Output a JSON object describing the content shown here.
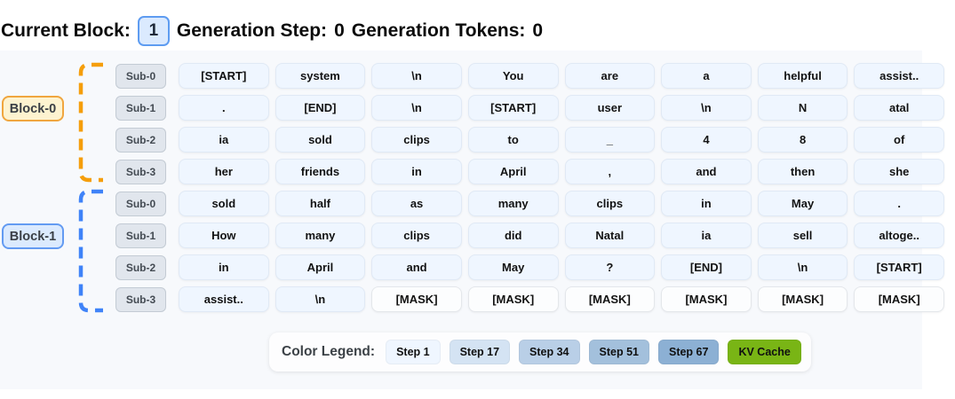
{
  "header": {
    "current_block_label": "Current Block:",
    "current_block_value": "1",
    "generation_step_label": "Generation Step:",
    "generation_step_value": "0",
    "generation_tokens_label": "Generation Tokens:",
    "generation_tokens_value": "0"
  },
  "blocks": [
    {
      "label": "Block-0",
      "bracket_color": "#f59e0b",
      "rows": [
        {
          "sub": "Sub-0",
          "tokens": [
            "[START]",
            "system",
            "\\n",
            "You",
            "are",
            "a",
            "helpful",
            "assist.."
          ]
        },
        {
          "sub": "Sub-1",
          "tokens": [
            ".",
            "[END]",
            "\\n",
            "[START]",
            "user",
            "\\n",
            "N",
            "atal"
          ]
        },
        {
          "sub": "Sub-2",
          "tokens": [
            "ia",
            "sold",
            "clips",
            "to",
            "_",
            "4",
            "8",
            "of"
          ]
        },
        {
          "sub": "Sub-3",
          "tokens": [
            "her",
            "friends",
            "in",
            "April",
            ",",
            "and",
            "then",
            "she"
          ]
        }
      ]
    },
    {
      "label": "Block-1",
      "bracket_color": "#3f83f8",
      "rows": [
        {
          "sub": "Sub-0",
          "tokens": [
            "sold",
            "half",
            "as",
            "many",
            "clips",
            "in",
            "May",
            "."
          ]
        },
        {
          "sub": "Sub-1",
          "tokens": [
            "How",
            "many",
            "clips",
            "did",
            "Natal",
            "ia",
            "sell",
            "altoge.."
          ]
        },
        {
          "sub": "Sub-2",
          "tokens": [
            "in",
            "April",
            "and",
            "May",
            "?",
            "[END]",
            "\\n",
            "[START]"
          ]
        },
        {
          "sub": "Sub-3",
          "tokens": [
            "assist..",
            "\\n",
            "[MASK]",
            "[MASK]",
            "[MASK]",
            "[MASK]",
            "[MASK]",
            "[MASK]"
          ]
        }
      ]
    }
  ],
  "mask_token": "[MASK]",
  "legend": {
    "title": "Color Legend:",
    "items": [
      {
        "label": "Step 1",
        "color": "#eff6ff"
      },
      {
        "label": "Step 17",
        "color": "#d4e3f3"
      },
      {
        "label": "Step 34",
        "color": "#b9cfe7"
      },
      {
        "label": "Step 51",
        "color": "#a3c0dc"
      },
      {
        "label": "Step 67",
        "color": "#8cb0d4"
      },
      {
        "label": "KV Cache",
        "color": "#79b515"
      }
    ]
  }
}
